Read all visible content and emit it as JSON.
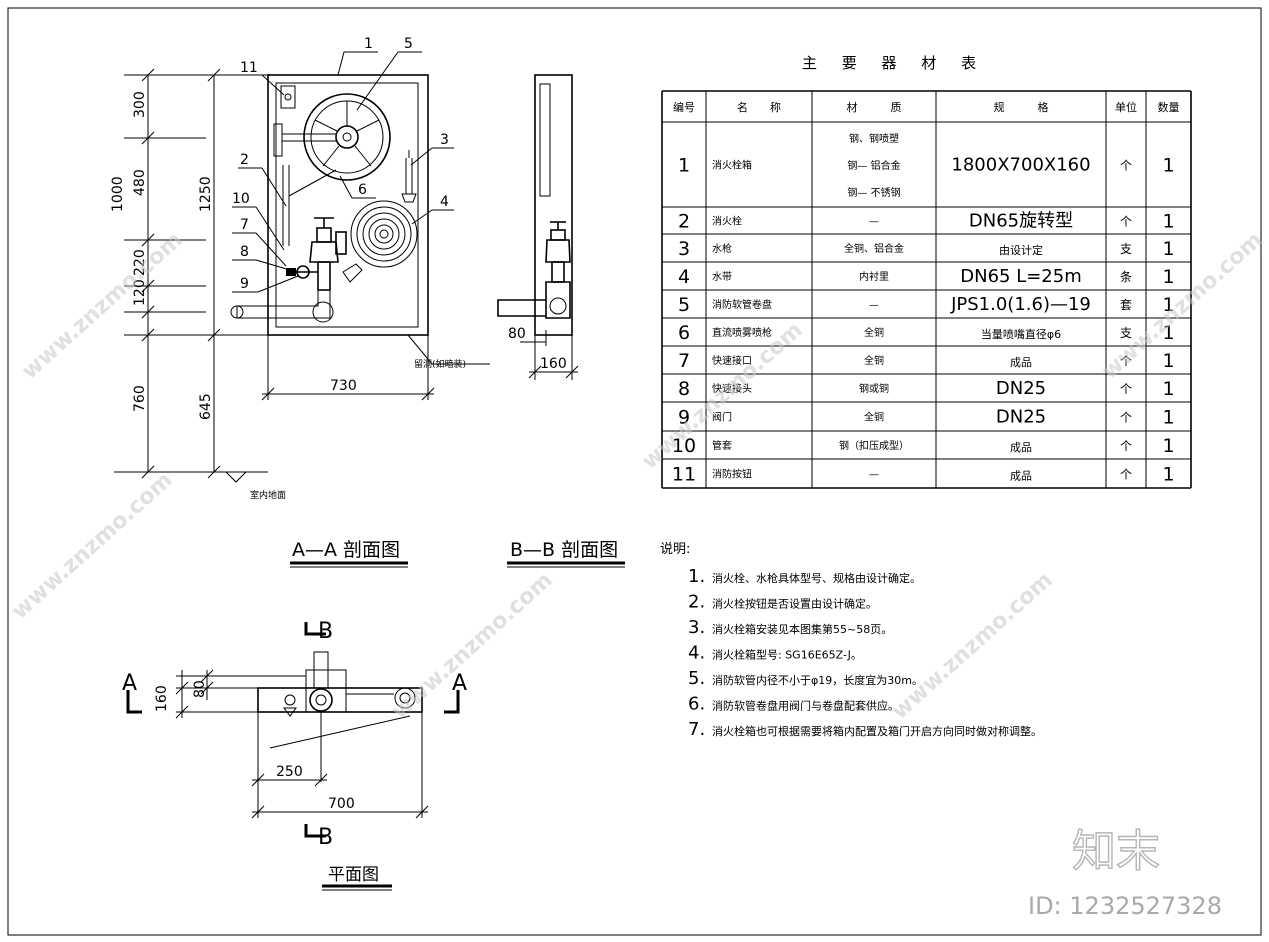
{
  "table": {
    "title": "主 要 器 材 表",
    "headers": [
      "编号",
      "名　　称",
      "材　　　质",
      "规　　　格",
      "单位",
      "数量"
    ],
    "rows": [
      {
        "no": "1",
        "name": "消火栓箱",
        "material": [
          "钢、钢喷塑",
          "钢— 铝合金",
          "钢— 不锈钢"
        ],
        "spec": "1800X700X160",
        "unit": "个",
        "qty": "1"
      },
      {
        "no": "2",
        "name": "消火栓",
        "material": [
          "—"
        ],
        "spec": "DN65旋转型",
        "unit": "个",
        "qty": "1"
      },
      {
        "no": "3",
        "name": "水枪",
        "material": [
          "全铜、铝合金"
        ],
        "spec": "由设计定",
        "unit": "支",
        "qty": "1"
      },
      {
        "no": "4",
        "name": "水带",
        "material": [
          "内衬里"
        ],
        "spec": "DN65 L=25m",
        "unit": "条",
        "qty": "1"
      },
      {
        "no": "5",
        "name": "消防软管卷盘",
        "material": [
          "—"
        ],
        "spec": "JPS1.0(1.6)—19",
        "unit": "套",
        "qty": "1"
      },
      {
        "no": "6",
        "name": "直流喷雾喷枪",
        "material": [
          "全铜"
        ],
        "spec": "当量喷嘴直径φ6",
        "unit": "支",
        "qty": "1"
      },
      {
        "no": "7",
        "name": "快速接口",
        "material": [
          "全铜"
        ],
        "spec": "成品",
        "unit": "个",
        "qty": "1"
      },
      {
        "no": "8",
        "name": "快速接头",
        "material": [
          "钢或铜"
        ],
        "spec": "DN25",
        "unit": "个",
        "qty": "1"
      },
      {
        "no": "9",
        "name": "阀门",
        "material": [
          "全铜"
        ],
        "spec": "DN25",
        "unit": "个",
        "qty": "1"
      },
      {
        "no": "10",
        "name": "管套",
        "material": [
          "钢（扣压成型）"
        ],
        "spec": "成品",
        "unit": "个",
        "qty": "1"
      },
      {
        "no": "11",
        "name": "消防按钮",
        "material": [
          "—"
        ],
        "spec": "成品",
        "unit": "个",
        "qty": "1"
      }
    ]
  },
  "notes": {
    "title": "说明:",
    "items": [
      {
        "no": "1.",
        "text": "消火栓、水枪具体型号、规格由设计确定。"
      },
      {
        "no": "2.",
        "text": "消火栓按钮是否设置由设计确定。"
      },
      {
        "no": "3.",
        "text": "消火栓箱安装见本图集第55~58页。"
      },
      {
        "no": "4.",
        "text": "消火栓箱型号: SG16E65Z-J。"
      },
      {
        "no": "5.",
        "text": "消防软管内径不小于φ19，长度宜为30m。"
      },
      {
        "no": "6.",
        "text": "消防软管卷盘用阀门与卷盘配套供应。"
      },
      {
        "no": "7.",
        "text": "消火栓箱也可根据需要将箱内配置及箱门开启方向同时做对称调整。"
      }
    ]
  },
  "views": {
    "section_aa": "A—A 剖面图",
    "section_bb": "B—B 剖面图",
    "plan": "平面图",
    "floor_label": "室内地面",
    "opening_label": "留洞(如暗装)"
  },
  "dims": {
    "d300": "300",
    "d480": "480",
    "d220": "220",
    "d120": "120",
    "d1000": "1000",
    "d1250": "1250",
    "d760": "760",
    "d645": "645",
    "d730": "730",
    "d80": "80",
    "d160": "160",
    "p80": "80",
    "p160": "160",
    "p250": "250",
    "p700": "700"
  },
  "callouts": [
    "1",
    "2",
    "3",
    "4",
    "5",
    "6",
    "7",
    "8",
    "9",
    "10",
    "11"
  ],
  "section_marks": {
    "a": "A",
    "b": "B"
  },
  "watermark": {
    "diag": "www.znzmo.com",
    "brand": "知末",
    "id": "ID: 1232527328"
  }
}
